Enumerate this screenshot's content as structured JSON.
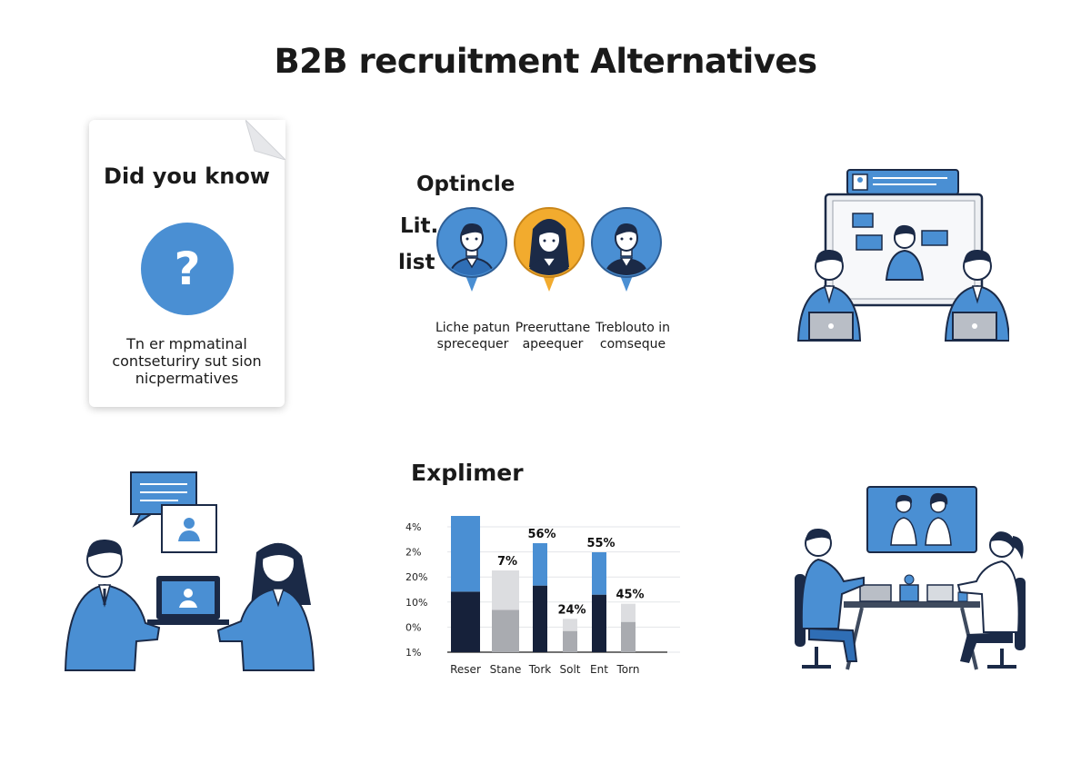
{
  "title": "B2B recruitment Alternatives",
  "did_you_know": {
    "heading": "Did you know",
    "icon": "question-icon",
    "lines": [
      "Tn er mpmatinal",
      "contseturiry sut sion",
      "nicpermatives"
    ]
  },
  "options": {
    "title": "Optincle",
    "side_labels": [
      "Lit.",
      "list"
    ],
    "items": [
      {
        "caption_1": "Liche patun",
        "caption_2": "sprecequer",
        "color": "#4a8fd3"
      },
      {
        "caption_1": "Preeruttane",
        "caption_2": "apeequer",
        "color": "#f2ab2e"
      },
      {
        "caption_1": "Treblouto in",
        "caption_2": "comseque",
        "color": "#4a8fd3"
      }
    ]
  },
  "chart": {
    "title": "Explimer"
  },
  "chart_data": {
    "type": "bar",
    "title": "Explimer",
    "y_tick_labels": [
      "4%",
      "2%",
      "20%",
      "10%",
      "0%",
      "1%"
    ],
    "categories": [
      "Reser",
      "Stane",
      "Tork",
      "Solt",
      "Ent",
      "Torn"
    ],
    "series": [
      {
        "values": [
          10,
          7,
          11,
          3.5,
          9.5,
          5
        ]
      },
      {
        "values": [
          12.5,
          6.5,
          7,
          2,
          7,
          3
        ]
      }
    ],
    "data_labels": [
      "",
      "7%",
      "56%",
      "24%",
      "55%",
      "45%"
    ],
    "colors": {
      "accent": "#4a8fd3",
      "dark": "#16213a",
      "gray": "#a9abb0",
      "lightgray": "#dcdde0"
    },
    "ylim": [
      0,
      24
    ],
    "grid": true
  },
  "colors": {
    "accent": "#4a8fd3",
    "navy": "#1b2a47",
    "yellow": "#f2ab2e"
  }
}
